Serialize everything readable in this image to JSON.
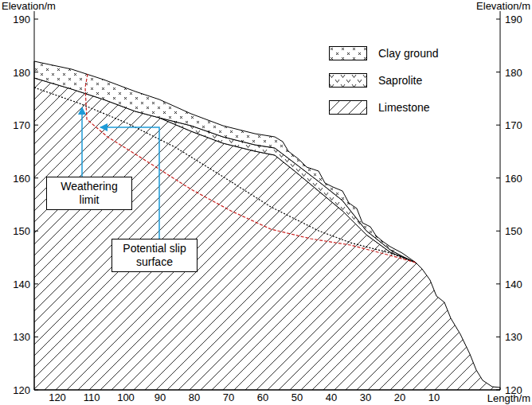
{
  "diagram": {
    "nodes": [
      {
        "text": [
          "Weathering limit"
        ]
      },
      {
        "text": [
          "Potential slip surface"
        ]
      }
    ],
    "labels": [
      "Elevation/m",
      "Elevation/m",
      "190",
      "180",
      "170",
      "160",
      "150",
      "140",
      "130",
      "120",
      "190",
      "180",
      "170",
      "160",
      "150",
      "140",
      "130",
      "120",
      "120",
      "110",
      "100",
      "90",
      "80",
      "70",
      "60",
      "50",
      "40",
      "30",
      "20",
      "10",
      "Length/m"
    ],
    "legend": [
      {
        "text": "Clay ground"
      },
      {
        "text": "Saprolite"
      },
      {
        "text": "Limestone"
      }
    ]
  }
}
